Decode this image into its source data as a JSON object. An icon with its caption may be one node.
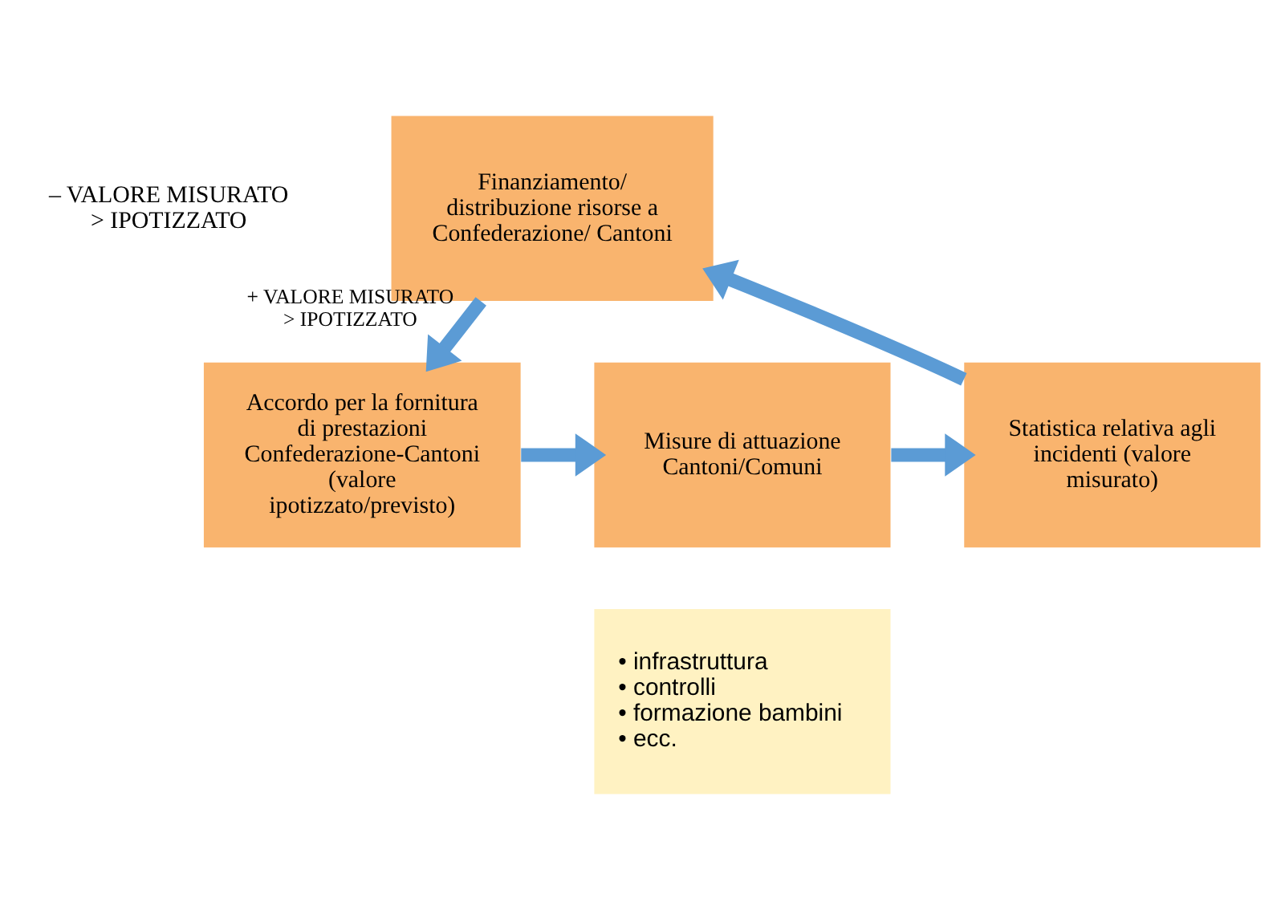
{
  "diagram": {
    "nodes": [
      {
        "text": [
          "Finanziamento/ distribuzione risorse a Confederazione/ Cantoni"
        ]
      },
      {
        "text": [
          "Accordo per la fornitura di prestazioni Confederazione-Cantoni (valore ipotizzato/previsto)"
        ]
      },
      {
        "text": [
          "Misure di attuazione Cantoni/Comuni"
        ]
      },
      {
        "text": [
          "• infrastruttura",
          "• controlli",
          "• formazione bambini",
          "• ecc."
        ]
      },
      {
        "text": [
          "Statistica relativa agli incidenti (valore misurato)"
        ]
      }
    ],
    "edges": [
      {
        "from": 0,
        "to": 1,
        "arrow": "to",
        "label": "+ VALORE MISURATO > IPOTIZZATO"
      },
      {
        "from": 1,
        "to": 2,
        "arrow": "to"
      },
      {
        "from": 2,
        "to": 4,
        "arrow": "to"
      },
      {
        "from": 4,
        "to": 0,
        "arrow": "to"
      }
    ],
    "labels": [
      "– VALORE MISURATO > IPOTIZZATO"
    ]
  }
}
